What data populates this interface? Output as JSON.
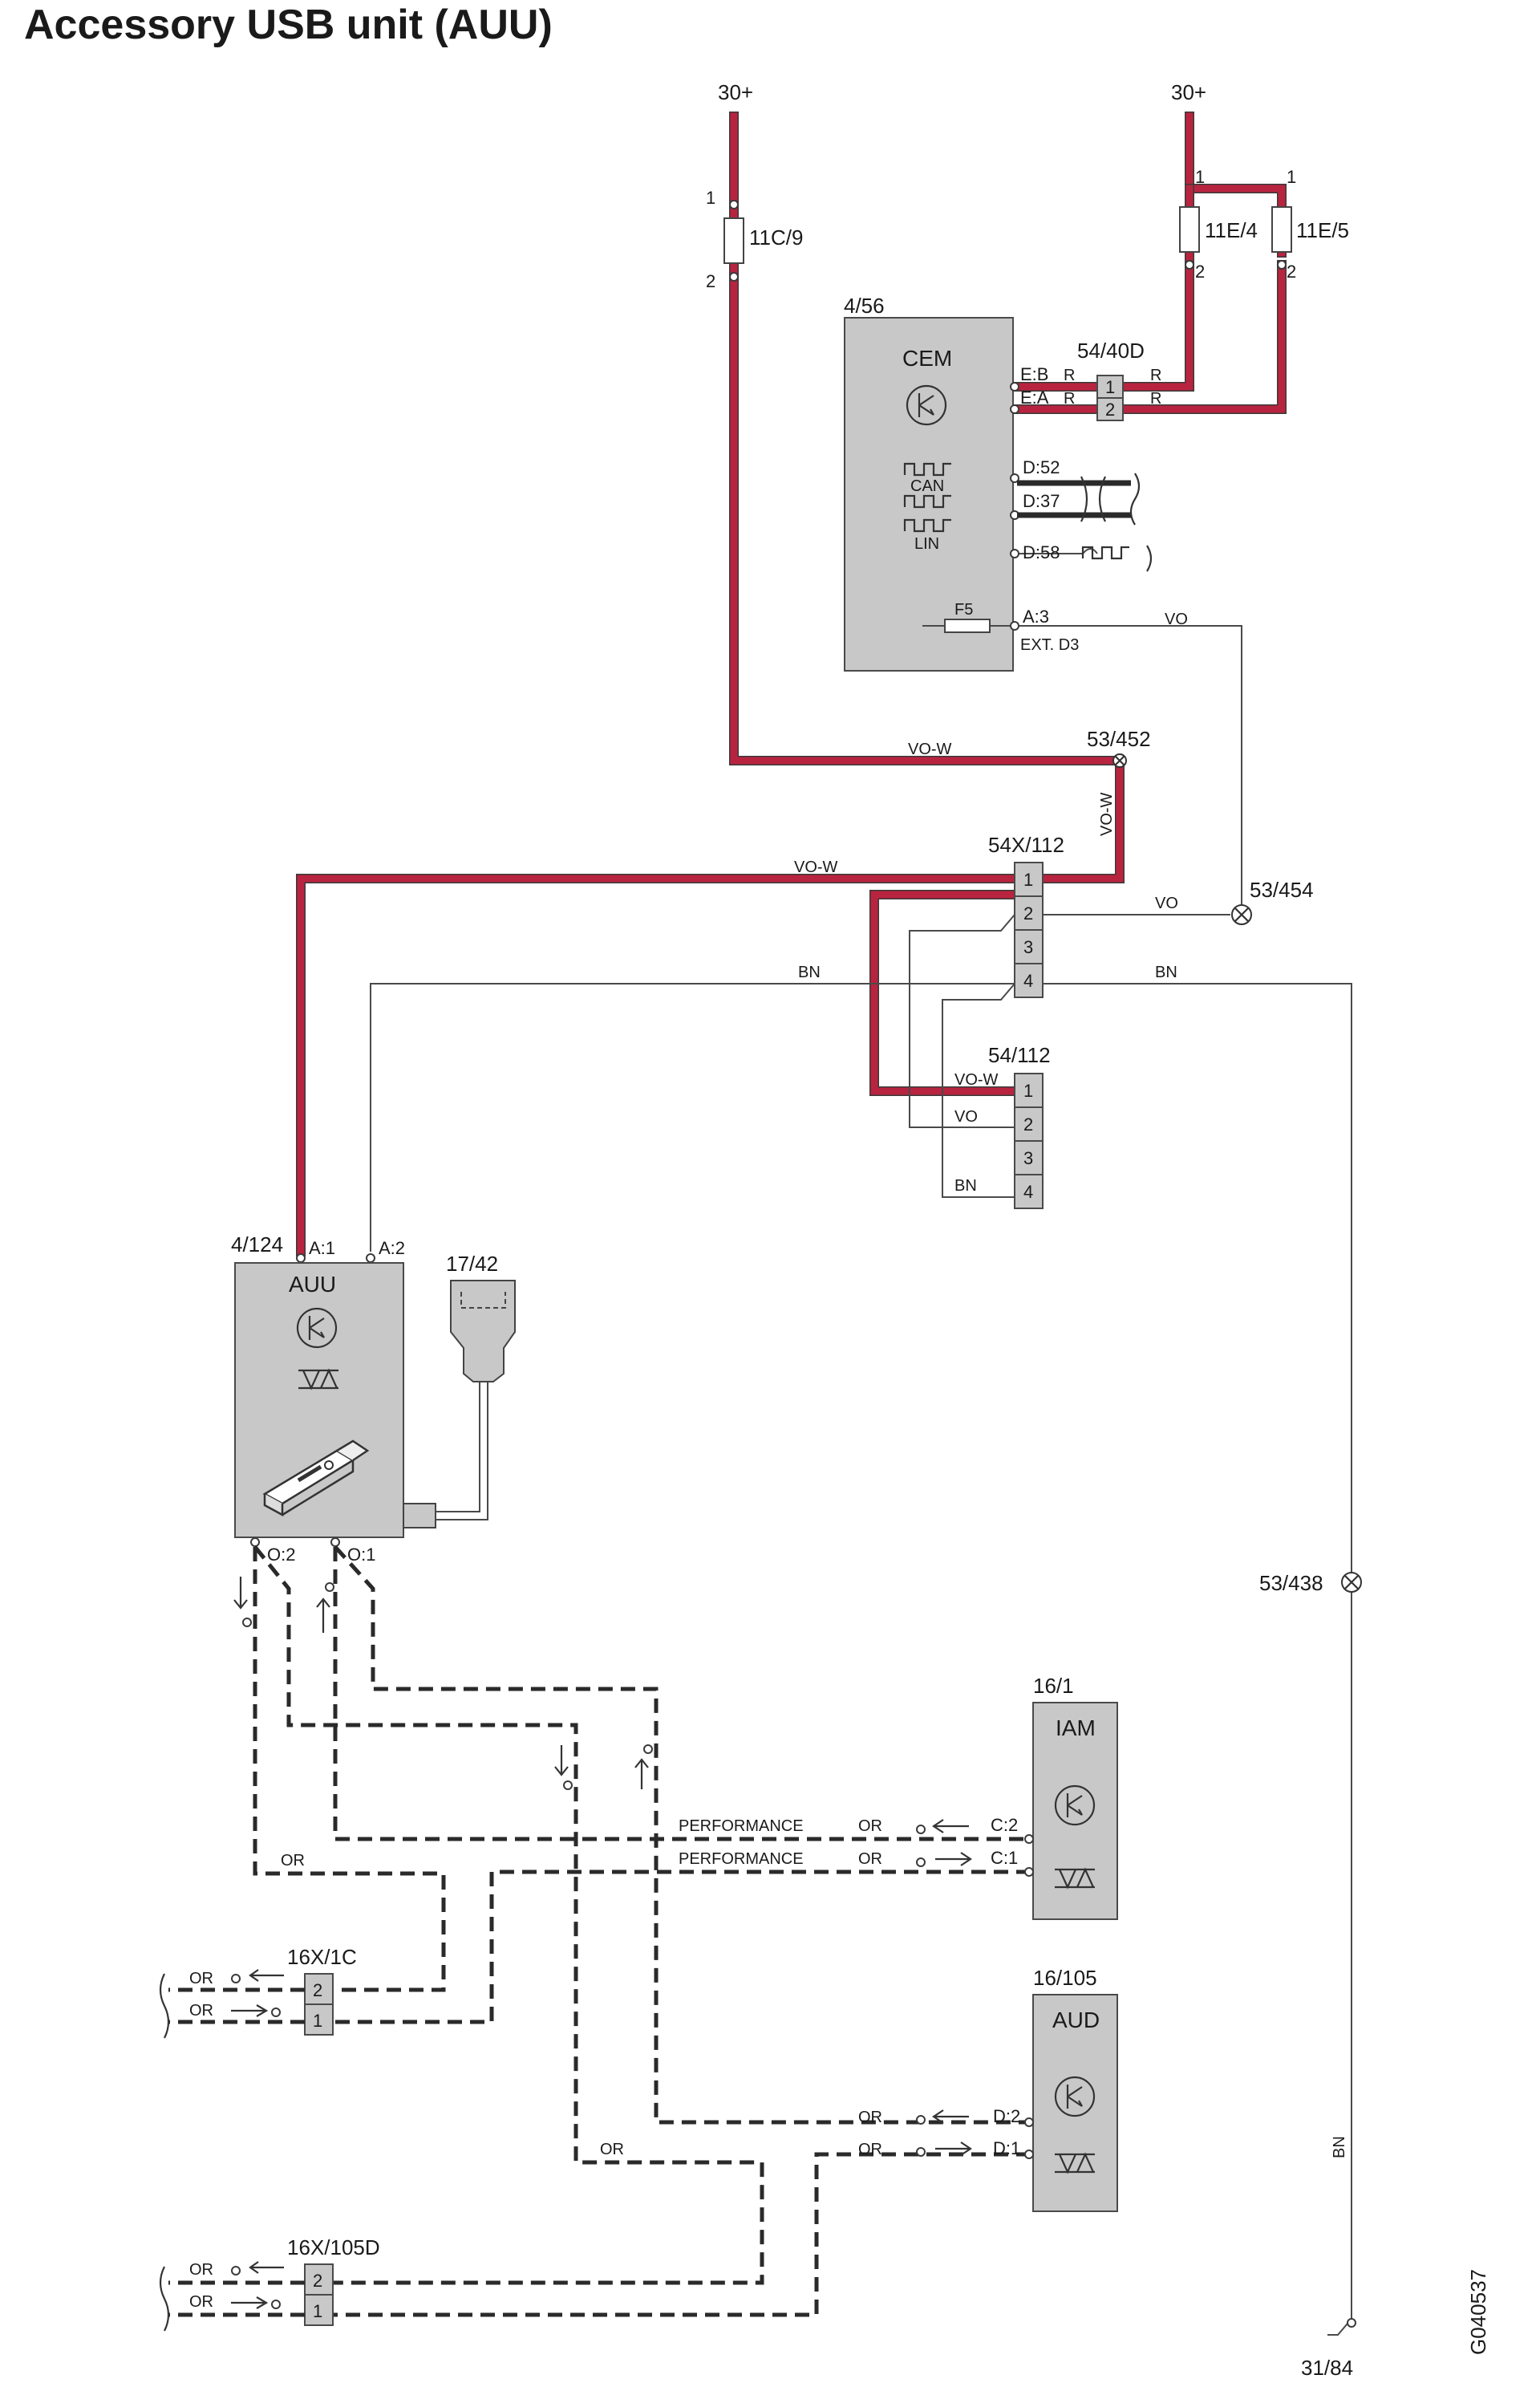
{
  "title": "Accessory USB unit (AUU)",
  "supply_left": "30+",
  "supply_right": "30+",
  "fuse_11c9": {
    "label": "11C/9",
    "pin_top": "1",
    "pin_bottom": "2"
  },
  "fuse_11e4": {
    "label": "11E/4",
    "pin_top": "1",
    "pin_bottom": "2"
  },
  "fuse_11e5": {
    "label": "11E/5",
    "pin_top": "1",
    "pin_bottom": "2"
  },
  "cem": {
    "id": "4/56",
    "name": "CEM",
    "bus1": "CAN",
    "bus2": "LIN",
    "pins": {
      "eb": "E:B",
      "ea": "E:A",
      "d52": "D:52",
      "d37": "D:37",
      "d58": "D:58",
      "a3": "A:3"
    },
    "fuse": "F5",
    "ext": "EXT. D3",
    "wire_eb": "R",
    "wire_ea": "R"
  },
  "conn_54_40d": {
    "id": "54/40D",
    "pins": [
      "1",
      "2"
    ],
    "wire_r1": "R",
    "wire_r2": "R"
  },
  "splice_53_452": {
    "id": "53/452",
    "wire_in": "VO-W",
    "wire_down": "VO-W"
  },
  "splice_53_454": {
    "id": "53/454"
  },
  "splice_53_438": {
    "id": "53/438"
  },
  "wire_vo_cem": "VO",
  "conn_54x_112": {
    "id": "54X/112",
    "pins": [
      "1",
      "2",
      "3",
      "4"
    ],
    "wire_1": "VO-W",
    "wire_2": "VO",
    "wire_4_left": "BN",
    "wire_4_right": "BN"
  },
  "conn_54_112": {
    "id": "54/112",
    "pins": [
      "1",
      "2",
      "3",
      "4"
    ],
    "wire_1": "VO-W",
    "wire_2": "VO",
    "wire_4": "BN"
  },
  "auu": {
    "id": "4/124",
    "name": "AUU",
    "pin_a1": "A:1",
    "pin_a2": "A:2",
    "pin_o2": "O:2",
    "pin_o1": "O:1"
  },
  "usb_17_42": {
    "id": "17/42"
  },
  "iam": {
    "id": "16/1",
    "name": "IAM",
    "pin_c2": "C:2",
    "pin_c1": "C:1"
  },
  "aud": {
    "id": "16/105",
    "name": "AUD",
    "pin_d2": "D:2",
    "pin_d1": "D:1"
  },
  "optical": {
    "perf1": "PERFORMANCE",
    "perf2": "PERFORMANCE",
    "or_c2": "OR",
    "or_c1": "OR",
    "or_left": "OR",
    "or_aud_left": "OR",
    "or_d2": "OR",
    "or_d1": "OR"
  },
  "conn_16x_1c": {
    "id": "16X/1C",
    "pins": [
      "2",
      "1"
    ],
    "wire_2": "OR",
    "wire_1": "OR"
  },
  "conn_16x_105d": {
    "id": "16X/105D",
    "pins": [
      "2",
      "1"
    ],
    "wire_2": "OR",
    "wire_1": "OR"
  },
  "ground": {
    "id": "31/84",
    "wire": "BN"
  },
  "drawing_no": "G040537"
}
